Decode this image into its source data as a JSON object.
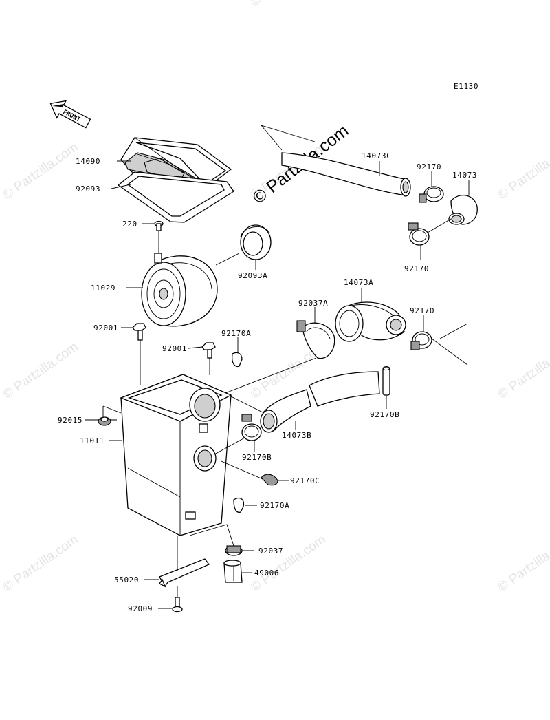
{
  "diagram_code": "E1130",
  "front_label": "FRONT",
  "watermark_main": "© Partzilla.com",
  "watermark_tile": "© Partzilla.com",
  "parts": [
    {
      "id": "14090",
      "label": "14090"
    },
    {
      "id": "92093",
      "label": "92093"
    },
    {
      "id": "220",
      "label": "220"
    },
    {
      "id": "11029",
      "label": "11029"
    },
    {
      "id": "92093A",
      "label": "92093A"
    },
    {
      "id": "14073C",
      "label": "14073C"
    },
    {
      "id": "92170-top",
      "label": "92170"
    },
    {
      "id": "14073",
      "label": "14073"
    },
    {
      "id": "92170-mid",
      "label": "92170"
    },
    {
      "id": "14073A",
      "label": "14073A"
    },
    {
      "id": "92037A",
      "label": "92037A"
    },
    {
      "id": "92170-right",
      "label": "92170"
    },
    {
      "id": "92001-left",
      "label": "92001"
    },
    {
      "id": "92001-right",
      "label": "92001"
    },
    {
      "id": "92170A-top",
      "label": "92170A"
    },
    {
      "id": "92015",
      "label": "92015"
    },
    {
      "id": "11011",
      "label": "11011"
    },
    {
      "id": "92170B-right",
      "label": "92170B"
    },
    {
      "id": "14073B",
      "label": "14073B"
    },
    {
      "id": "92170B-left",
      "label": "92170B"
    },
    {
      "id": "92170C",
      "label": "92170C"
    },
    {
      "id": "92170A-bottom",
      "label": "92170A"
    },
    {
      "id": "92037",
      "label": "92037"
    },
    {
      "id": "49006",
      "label": "49006"
    },
    {
      "id": "55020",
      "label": "55020"
    },
    {
      "id": "92009",
      "label": "92009"
    }
  ]
}
